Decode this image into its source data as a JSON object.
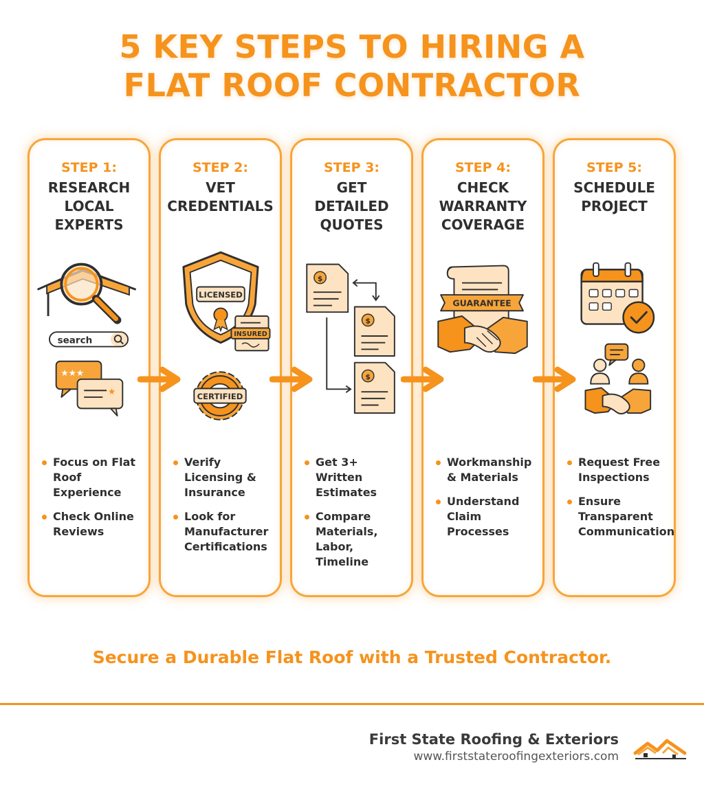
{
  "title": {
    "line1": "5 KEY STEPS TO HIRING A",
    "line2": "FLAT ROOF CONTRACTOR"
  },
  "colors": {
    "accent": "#f5931d",
    "text": "#2f2f2f",
    "icon_fill": "#fde3c2"
  },
  "steps": [
    {
      "label": "STEP 1:",
      "title": [
        "RESEARCH",
        "LOCAL",
        "EXPERTS"
      ],
      "icons": [
        "roof-magnifier-icon",
        "search-bar-icon",
        "review-bubbles-icon"
      ],
      "search_text": "search",
      "bullets": [
        "Focus on Flat Roof Experience",
        "Check Online Reviews"
      ]
    },
    {
      "label": "STEP 2:",
      "title": [
        "VET",
        "CREDENTIALS"
      ],
      "icons": [
        "licensed-shield-icon",
        "insured-document-icon",
        "certified-gear-icon"
      ],
      "badge_licensed": "LICENSED",
      "badge_insured": "INSURED",
      "badge_certified": "CERTIFIED",
      "bullets": [
        "Verify Licensing & Insurance",
        "Look for Manufacturer Certifications"
      ]
    },
    {
      "label": "STEP 3:",
      "title": [
        "GET",
        "DETAILED",
        "QUOTES"
      ],
      "icons": [
        "quote-documents-icon",
        "compare-arrows-icon"
      ],
      "bullets": [
        "Get 3+ Written Estimates",
        "Compare Materials, Labor, Timeline"
      ]
    },
    {
      "label": "STEP 4:",
      "title": [
        "CHECK",
        "WARRANTY",
        "COVERAGE"
      ],
      "icons": [
        "guarantee-scroll-icon",
        "handshake-icon"
      ],
      "banner_text": "GUARANTEE",
      "bullets": [
        "Workmanship & Materials",
        "Understand Claim Processes"
      ]
    },
    {
      "label": "STEP 5:",
      "title": [
        "SCHEDULE",
        "PROJECT"
      ],
      "icons": [
        "calendar-check-icon",
        "team-meeting-icon",
        "handshake-icon"
      ],
      "bullets": [
        "Request Free Inspections",
        "Ensure Transparent Communication"
      ]
    }
  ],
  "tagline": "Secure a Durable Flat Roof with a Trusted Contractor.",
  "footer": {
    "company": "First State Roofing & Exteriors",
    "url": "www.firststateroofingexteriors.com"
  }
}
